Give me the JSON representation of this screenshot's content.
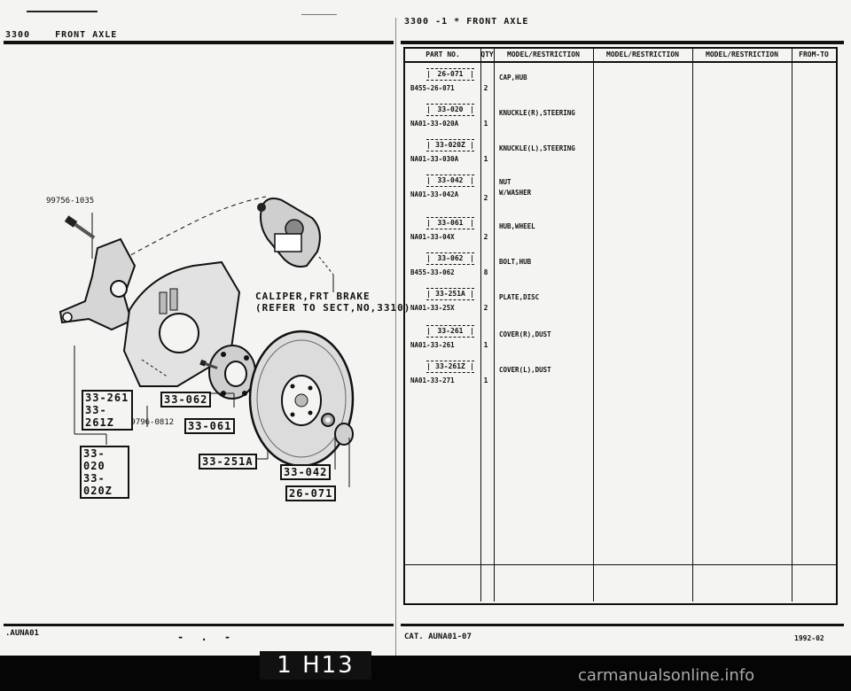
{
  "header_left": {
    "code": "3300",
    "title": "FRONT AXLE"
  },
  "header_right": "3300 -1 * FRONT AXLE",
  "table_headers": [
    "PART NO.",
    "QTY",
    "MODEL/RESTRICTION",
    "MODEL/RESTRICTION",
    "MODEL/RESTRICTION",
    "FROM-TO"
  ],
  "parts": [
    {
      "ref": "26-071",
      "code": "B455-26-071",
      "qty": "2",
      "desc": [
        "CAP,HUB"
      ]
    },
    {
      "ref": "33-020",
      "code": "NA01-33-020A",
      "qty": "1",
      "desc": [
        "KNUCKLE(R),STEERING"
      ]
    },
    {
      "ref": "33-020Z",
      "code": "NA01-33-030A",
      "qty": "1",
      "desc": [
        "KNUCKLE(L),STEERING"
      ]
    },
    {
      "ref": "33-042",
      "code": "NA01-33-042A",
      "qty": "2",
      "desc": [
        "NUT",
        "W/WASHER"
      ]
    },
    {
      "ref": "33-061",
      "code": "NA01-33-04X",
      "qty": "2",
      "desc": [
        "HUB,WHEEL"
      ]
    },
    {
      "ref": "33-062",
      "code": "B455-33-062",
      "qty": "8",
      "desc": [
        "BOLT,HUB"
      ]
    },
    {
      "ref": "33-251A",
      "code": "NA01-33-25X",
      "qty": "2",
      "desc": [
        "PLATE,DISC"
      ]
    },
    {
      "ref": "33-261",
      "code": "NA01-33-261",
      "qty": "1",
      "desc": [
        "COVER(R),DUST"
      ]
    },
    {
      "ref": "33-261Z",
      "code": "NA01-33-271",
      "qty": "1",
      "desc": [
        "COVER(L),DUST"
      ]
    }
  ],
  "diagram": {
    "label_bolt_top": "99756-1035",
    "label_bolt_mid": "99796-0812",
    "caliper_line1": "CALIPER,FRT BRAKE",
    "caliper_line2": "(REFER TO SECT,NO,3310)",
    "callouts": {
      "c33_261": "33-261",
      "c33_261z": "33-261Z",
      "c33_062": "33-062",
      "c33_061": "33-061",
      "c33_020": "33-020",
      "c33_020z": "33-020Z",
      "c33_251a": "33-251A",
      "c33_042": "33-042",
      "c26_071": "26-071"
    }
  },
  "footer_left": ".AUNA01",
  "footer_dashes": "- . -",
  "footer_right": "CAT. AUNA01-07",
  "footer_date": "1992-02",
  "tab_label": "1 H13",
  "watermark": "carmanualsonline.info"
}
